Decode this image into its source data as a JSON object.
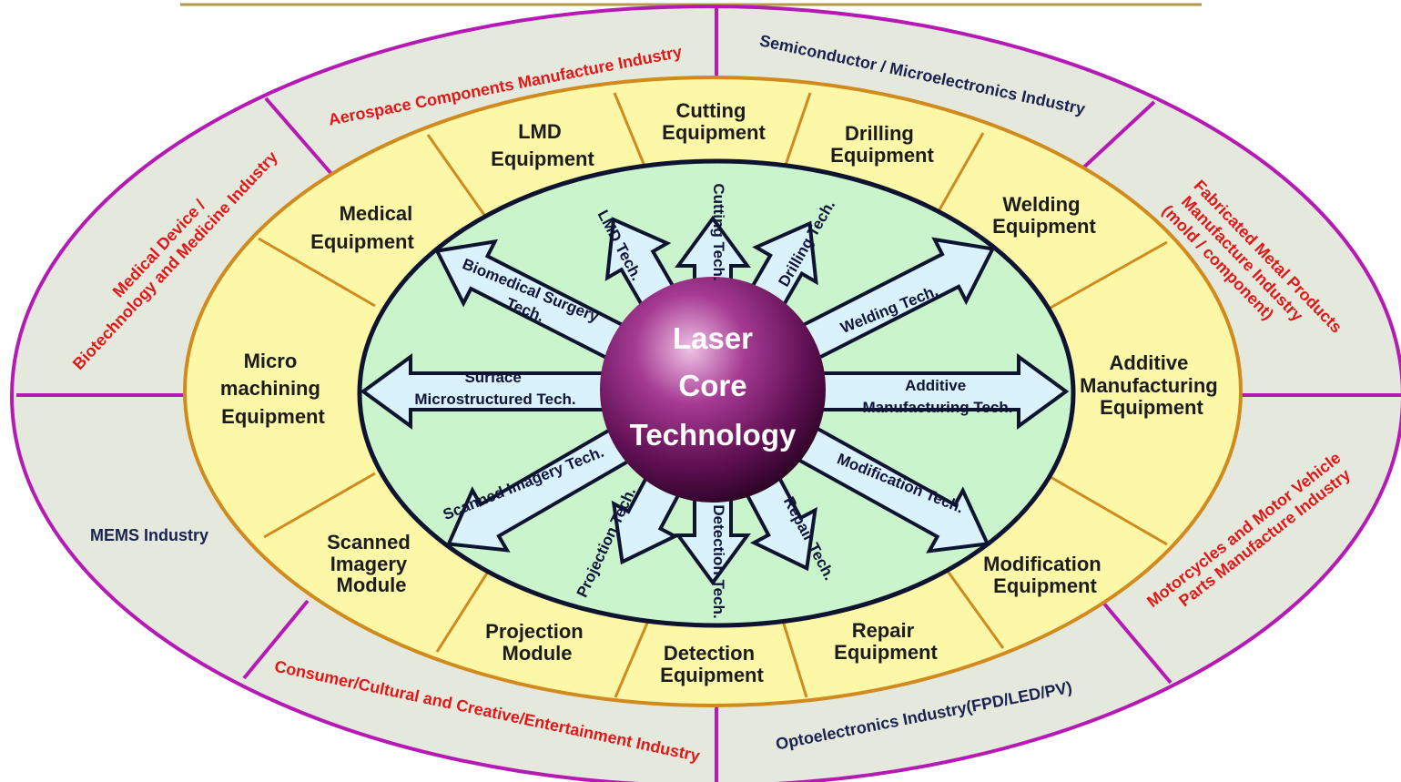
{
  "core": {
    "lines": [
      "Laser",
      "Core",
      "Technology"
    ]
  },
  "colors": {
    "outer_ring": "#e5e9dd",
    "outer_border": "#b51ab5",
    "middle_ring": "#fdf7a8",
    "middle_border": "#d08a1d",
    "inner_fill": "#c9f4cc",
    "arrow_fill": "#d9f2fb",
    "arrow_stroke": "#0e1330",
    "core_sphere": "#7a1a6a",
    "industry_red": "#e01818",
    "industry_navy": "#1a2250"
  },
  "equipment": [
    {
      "name": "cutting",
      "lines": [
        "Cutting",
        "Equipment"
      ]
    },
    {
      "name": "drilling",
      "lines": [
        "Drilling",
        "Equipment"
      ]
    },
    {
      "name": "welding",
      "lines": [
        "Welding",
        "Equipment"
      ]
    },
    {
      "name": "additive",
      "lines": [
        "Additive",
        "Manufacturing",
        "Equipment"
      ]
    },
    {
      "name": "modification",
      "lines": [
        "Modification",
        "Equipment"
      ]
    },
    {
      "name": "repair",
      "lines": [
        "Repair",
        "Equipment"
      ]
    },
    {
      "name": "detection",
      "lines": [
        "Detection",
        "Equipment"
      ]
    },
    {
      "name": "projection",
      "lines": [
        "Projection",
        "Module"
      ]
    },
    {
      "name": "scanned",
      "lines": [
        "Scanned",
        "Imagery",
        "Module"
      ]
    },
    {
      "name": "micro",
      "lines": [
        "Micro",
        "machining",
        "Equipment"
      ]
    },
    {
      "name": "medical",
      "lines": [
        "Medical",
        "Equipment"
      ]
    },
    {
      "name": "lmd",
      "lines": [
        "LMD",
        "Equipment"
      ]
    }
  ],
  "techs": [
    {
      "name": "cutting",
      "lines": [
        "Cutting Tech."
      ]
    },
    {
      "name": "drilling",
      "lines": [
        "Drilling Tech."
      ]
    },
    {
      "name": "welding",
      "lines": [
        "Welding Tech."
      ]
    },
    {
      "name": "additive",
      "lines": [
        "Additive",
        "Manufacturing Tech."
      ]
    },
    {
      "name": "modification",
      "lines": [
        "Modification Tech."
      ]
    },
    {
      "name": "repair",
      "lines": [
        "Repair Tech."
      ]
    },
    {
      "name": "detection",
      "lines": [
        "Detection Tech."
      ]
    },
    {
      "name": "projection",
      "lines": [
        "Projection Tech."
      ]
    },
    {
      "name": "scanned",
      "lines": [
        "Scanned Imagery Tech."
      ]
    },
    {
      "name": "surface",
      "lines": [
        "Surface",
        "Microstructured Tech."
      ]
    },
    {
      "name": "biomedical",
      "lines": [
        "Biomedical Surgery",
        "Tech."
      ]
    },
    {
      "name": "lmd",
      "lines": [
        "LMD Tech."
      ]
    }
  ],
  "industries": [
    {
      "name": "aerospace",
      "lines": [
        "Aerospace Components Manufacture Industry"
      ],
      "color": "red"
    },
    {
      "name": "semiconductor",
      "lines": [
        "Semiconductor / Microelectronics Industry"
      ],
      "color": "navy"
    },
    {
      "name": "fabricated-metal",
      "lines": [
        "Fabricated Metal Products",
        "Manufacture Industry",
        "(mold / component)"
      ],
      "color": "red"
    },
    {
      "name": "motor-vehicle",
      "lines": [
        "Motorcycles and  Motor Vehicle",
        "Parts Manufacture Industry"
      ],
      "color": "red"
    },
    {
      "name": "optoelectronics",
      "lines": [
        "Optoelectronics Industry(FPD/LED/PV)"
      ],
      "color": "navy"
    },
    {
      "name": "consumer",
      "lines": [
        "Consumer/Cultural and Creative/Entertainment Industry"
      ],
      "color": "red"
    },
    {
      "name": "mems",
      "lines": [
        "MEMS Industry"
      ],
      "color": "navy"
    },
    {
      "name": "medical-device",
      "lines": [
        "Medical Device /",
        "Biotechnology and Medicine Industry"
      ],
      "color": "red"
    }
  ]
}
